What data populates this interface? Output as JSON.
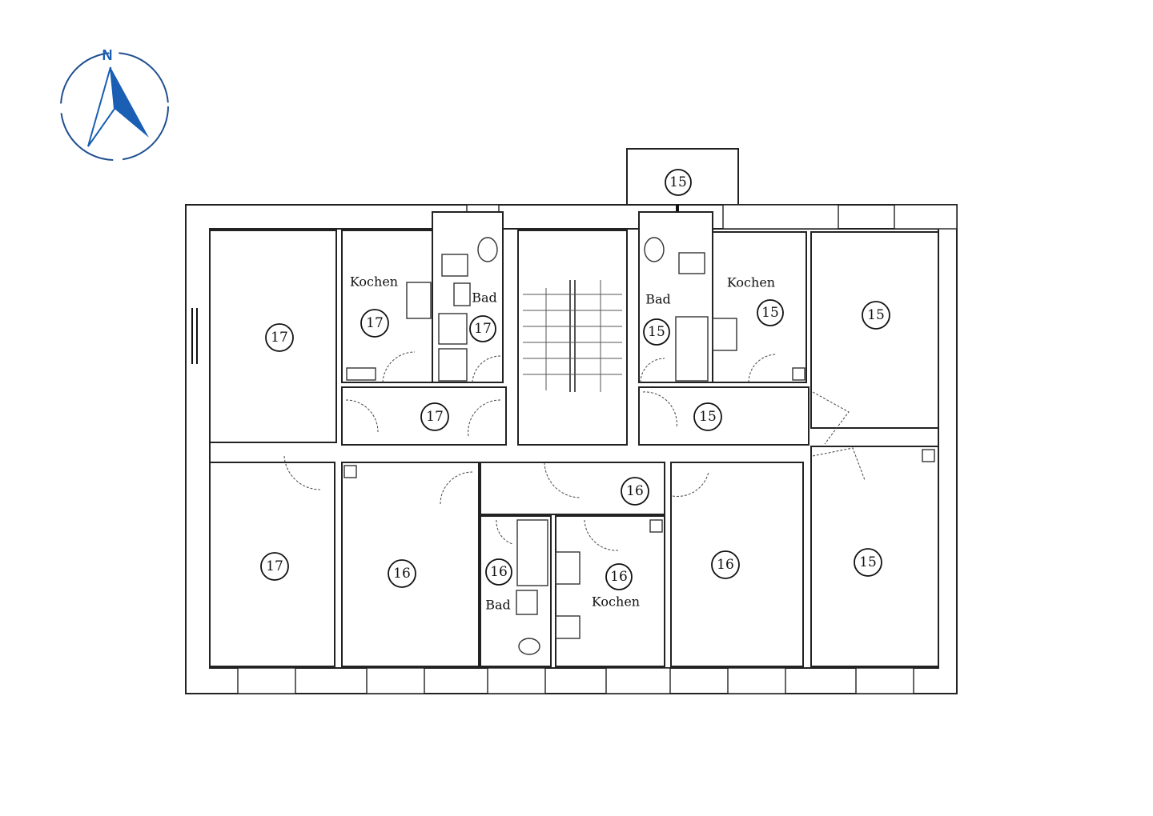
{
  "compass": {
    "label": "N",
    "color": "#1a5fb4"
  },
  "rooms": {
    "balcony": {
      "area": "15"
    },
    "west_top": {
      "area": "17"
    },
    "kitchen_17": {
      "name": "Kochen",
      "area": "17"
    },
    "bath_17": {
      "name": "Bad",
      "area": "17"
    },
    "hall_17": {
      "area": "17"
    },
    "bath_15": {
      "name": "Bad",
      "area": "15"
    },
    "kitchen_15": {
      "name": "Kochen",
      "area": "15"
    },
    "hall_15": {
      "area": "15"
    },
    "east_top": {
      "area": "15"
    },
    "west_bottom": {
      "area": "17"
    },
    "room_16_a": {
      "area": "16"
    },
    "hall_16": {
      "area": "16"
    },
    "bath_16": {
      "name": "Bad",
      "area": "16"
    },
    "kitchen_16": {
      "name": "Kochen",
      "area": "16"
    },
    "room_16_b": {
      "area": "16"
    },
    "east_bottom": {
      "area": "15"
    }
  }
}
